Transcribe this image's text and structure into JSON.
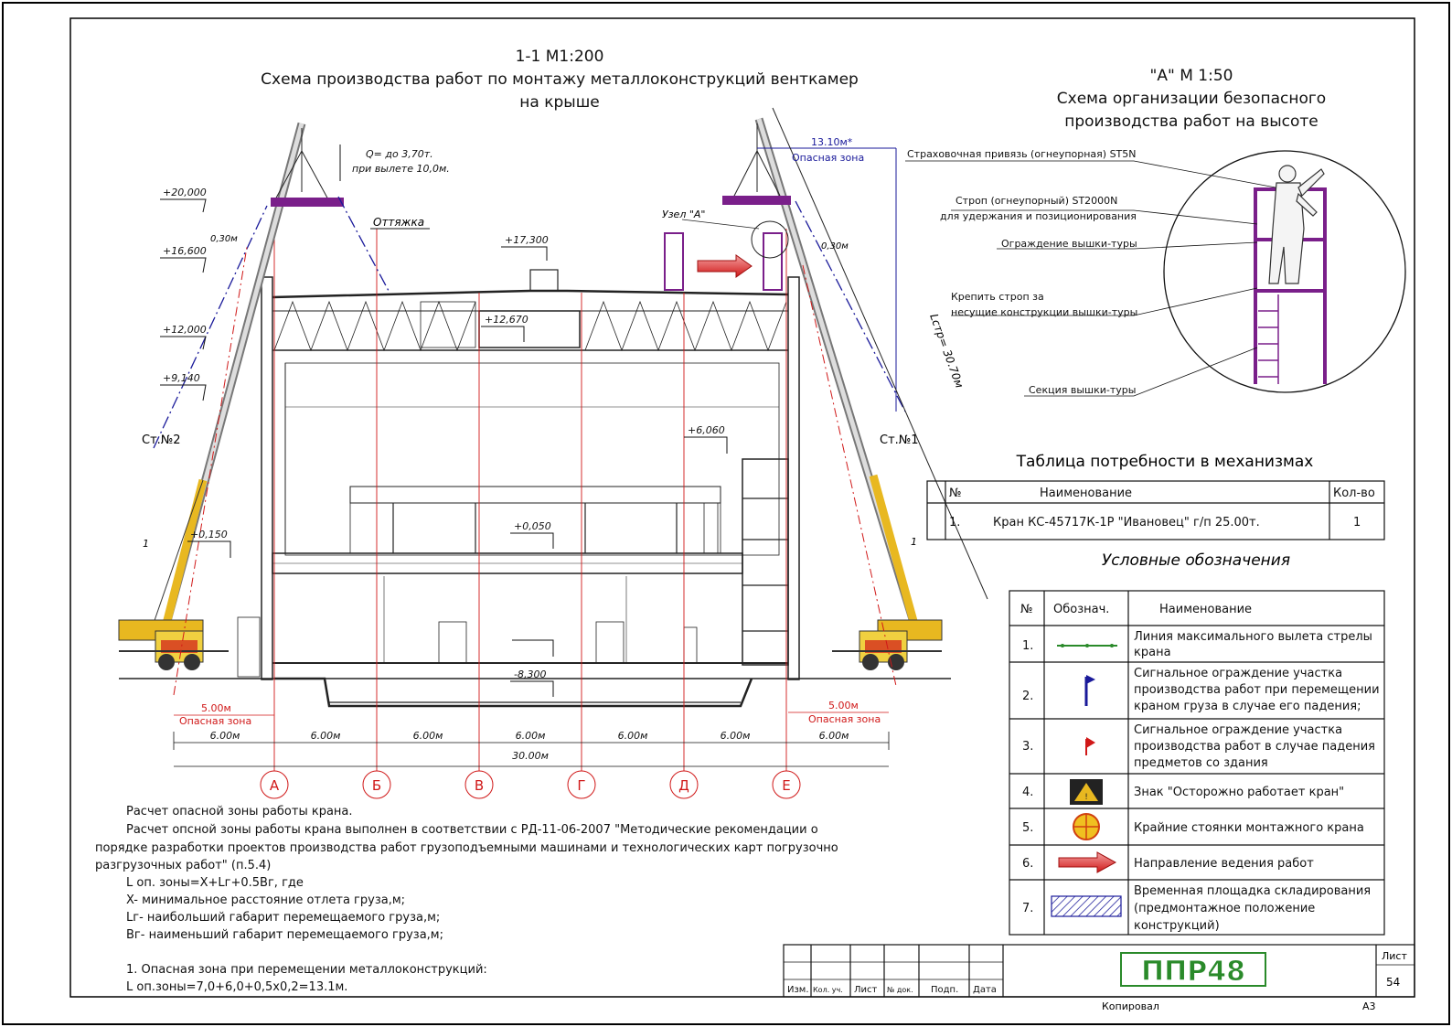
{
  "section": {
    "title_line1": "1-1 М1:200",
    "title_line2": "Схема производства работ по монтажу металлоконструкций венткамер",
    "title_line3": "на крыше"
  },
  "detail": {
    "title_line1": "\"А\" М 1:50",
    "title_line2": "Схема организации безопасного",
    "title_line3": "производства работ на высоте",
    "labels": [
      "Страховочная привязь (огнеупорная) ST5N",
      "Строп (огнеупорный)  ST2000N",
      "для удержания и позиционирования",
      "Ограждение вышки-туры",
      "Крепить строп за",
      "несущие конструкции вышки-туры",
      "Секция вышки-туры"
    ]
  },
  "drawing": {
    "elevations": [
      "+20,000",
      "+16,600",
      "+12,000",
      "+9,140",
      "+0,150",
      "+17,300",
      "+12,670",
      "+6,060",
      "+0,050",
      "-8,300"
    ],
    "load_line1": "Q= до 3,70т.",
    "load_line2": "при вылете 10,0м.",
    "guy_label": "Оттяжка",
    "node_label": "Узел \"А\"",
    "zone_length": "13.10м*",
    "zone_label": "Опасная зона",
    "offset_left": "0,30м",
    "offset_right": "0,30м",
    "boom_length": "Lстр= 30.70м",
    "crane_left": "Ст.№2",
    "crane_right": "Ст.№1",
    "crane_mark": "1",
    "danger_5m": "5.00м",
    "danger_label": "Опасная зона",
    "dims": [
      "6.00м",
      "6.00м",
      "6.00м",
      "6.00м",
      "6.00м",
      "6.00м",
      "6.00м"
    ],
    "total_dim": "30.00м",
    "axes": [
      "А",
      "Б",
      "В",
      "Г",
      "Д",
      "Е"
    ]
  },
  "mechanisms": {
    "title": "Таблица потребности в механизмах",
    "headers": [
      "№",
      "Наименование",
      "Кол-во"
    ],
    "rows": [
      [
        "1.",
        "Кран КС-45717К-1Р \"Ивановец\" г/п 25.00т.",
        "1"
      ]
    ]
  },
  "legend": {
    "title": "Условные обозначения",
    "headers": [
      "№",
      "Обознач.",
      "Наименование"
    ],
    "rows": [
      {
        "n": "1.",
        "icon": "green-line-icon",
        "lines": [
          "Линия максимального вылета стрелы",
          "крана"
        ]
      },
      {
        "n": "2.",
        "icon": "blue-flag-icon",
        "lines": [
          "Сигнальное ограждение участка",
          "производства работ при перемещении",
          "краном груза в случае его падения;"
        ]
      },
      {
        "n": "3.",
        "icon": "red-flag-icon",
        "lines": [
          "Сигнальное ограждение участка",
          "производства работ  в случае падения",
          "предметов со здания"
        ]
      },
      {
        "n": "4.",
        "icon": "crane-warning-sign-icon",
        "lines": [
          "Знак \"Осторожно работает кран\""
        ]
      },
      {
        "n": "5.",
        "icon": "crane-position-icon",
        "lines": [
          "Крайние стоянки монтажного крана"
        ]
      },
      {
        "n": "6.",
        "icon": "arrow-icon",
        "lines": [
          "Направление ведения работ"
        ]
      },
      {
        "n": "7.",
        "icon": "hatch-icon",
        "lines": [
          "Временная площадка складирования",
          "(предмонтажное положение",
          "конструкций)"
        ]
      }
    ]
  },
  "calc": {
    "lines": [
      "Расчет опасной зоны работы крана.",
      "Расчет опсной зоны работы крана выполнен в соответствии с РД-11-06-2007 \"Методические рекомендации о",
      "порядке разработки проектов производства работ грузоподъемными машинами и технологических карт погрузочно",
      "разгрузочных работ\" (п.5.4)",
      "L оп. зоны=X+Lг+0.5Bг, где",
      "X- минимальное расстояние отлета груза,м;",
      "Lг- наибольший габарит перемещаемого груза,м;",
      "Bг- наименьший габарит перемещаемого груза,м;",
      "",
      "1. Опасная зона при перемещении металлоконструкций:",
      "L оп.зоны=7,0+6,0+0,5х0,2=13.1м."
    ]
  },
  "stamp": {
    "cols": [
      "Изм.",
      "Кол. уч.",
      "Лист",
      "№ док.",
      "Подп.",
      "Дата"
    ],
    "logo": "ППР48",
    "sheet_label": "Лист",
    "sheet_num": "54",
    "copied": "Копировал",
    "format": "А3"
  },
  "colors": {
    "blue": "#1a1a9a",
    "red": "#d01818",
    "magenta": "#7a1f8a",
    "yellow": "#e8b820",
    "green": "#2a8a2a"
  }
}
